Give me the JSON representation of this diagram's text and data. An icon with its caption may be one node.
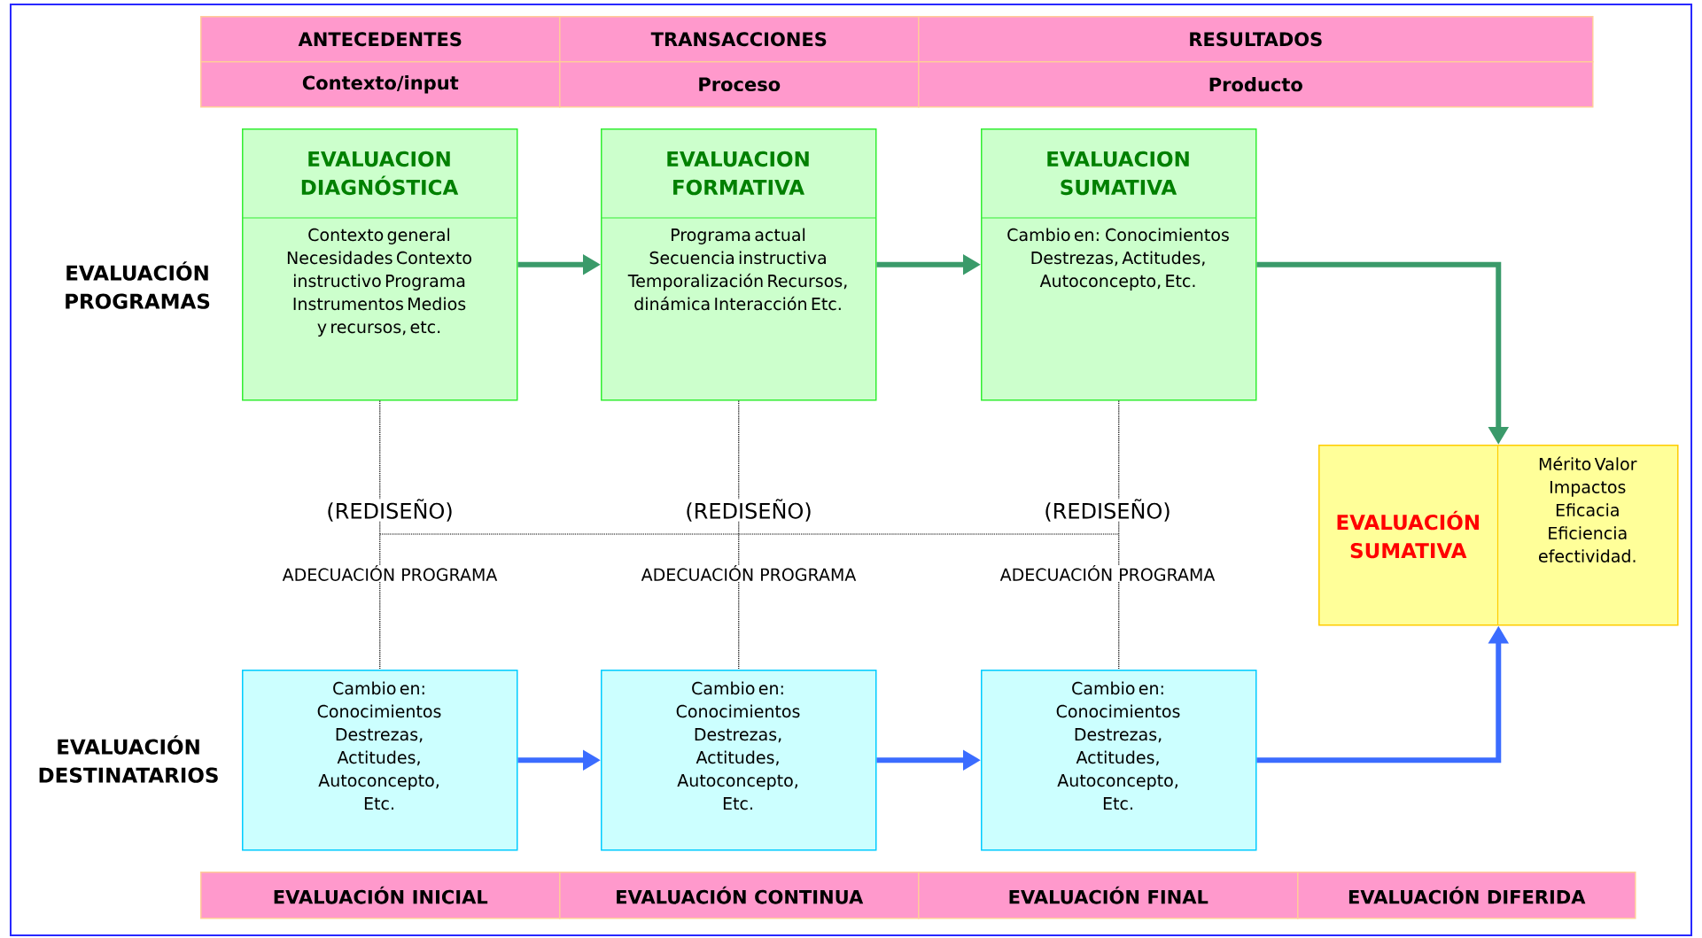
{
  "diagram": {
    "nodes": [
      {
        "text": [
          "ANTECEDENTES"
        ]
      },
      {
        "text": [
          "TRANSACCIONES"
        ]
      },
      {
        "text": [
          "RESULTADOS"
        ]
      },
      {
        "text": [
          "Contexto/input"
        ]
      },
      {
        "text": [
          "Proceso"
        ]
      },
      {
        "text": [
          "Producto"
        ]
      },
      {
        "text": [
          "EVALUACION DIAGNÓSTICA",
          "Contexto general Necesidades Contexto instructivo Programa Instrumentos Medios y recursos, etc."
        ]
      },
      {
        "text": [
          "EVALUACION FORMATIVA",
          "Programa actual Secuencia instructiva Temporalización Recursos, dinámica Interacción Etc."
        ]
      },
      {
        "text": [
          "EVALUACION SUMATIVA",
          "Cambio en: Conocimientos Destrezas, Actitudes, Autoconcepto, Etc."
        ]
      },
      {
        "text": [
          "EVALUACIÓN SUMATIVA",
          "Mérito Valor Impactos Eficacia Eficiencia efectividad."
        ]
      },
      {
        "text": [
          "Cambio en: Conocimientos Destrezas, Actitudes, Autoconcepto, Etc."
        ]
      },
      {
        "text": [
          "Cambio en: Conocimientos Destrezas, Actitudes, Autoconcepto, Etc."
        ]
      },
      {
        "text": [
          "Cambio en: Conocimientos Destrezas, Actitudes, Autoconcepto, Etc."
        ]
      },
      {
        "text": [
          "EVALUACIÓN INICIAL"
        ]
      },
      {
        "text": [
          "EVALUACIÓN CONTINUA"
        ]
      },
      {
        "text": [
          "EVALUACIÓN FINAL"
        ]
      },
      {
        "text": [
          "EVALUACIÓN DIFERIDA"
        ]
      }
    ],
    "edges": [
      {
        "from": 6,
        "to": 7,
        "arrow": "to",
        "color": "#3a9a6a"
      },
      {
        "from": 7,
        "to": 8,
        "arrow": "to",
        "color": "#3a9a6a"
      },
      {
        "from": 8,
        "to": 9,
        "arrow": "to",
        "color": "#3a9a6a"
      },
      {
        "from": 10,
        "to": 11,
        "arrow": "to",
        "color": "#3b6cff"
      },
      {
        "from": 11,
        "to": 12,
        "arrow": "to",
        "color": "#3b6cff"
      },
      {
        "from": 12,
        "to": 9,
        "arrow": "to",
        "color": "#3b6cff"
      },
      {
        "from": 6,
        "to": 10,
        "arrow": "none",
        "style": "dashed",
        "color": "#000000"
      },
      {
        "from": 7,
        "to": 11,
        "arrow": "none",
        "style": "dashed",
        "color": "#000000"
      },
      {
        "from": 8,
        "to": 12,
        "arrow": "none",
        "style": "dashed",
        "color": "#000000"
      }
    ],
    "labels": [
      "EVALUACIÓN PROGRAMAS",
      "(REDISEÑO)",
      "(REDISEÑO)",
      "(REDISEÑO)",
      "ADECUACIÓN PROGRAMA",
      "ADECUACIÓN PROGRAMA",
      "ADECUACIÓN PROGRAMA",
      "EVALUACIÓN DESTINATARIOS"
    ]
  }
}
